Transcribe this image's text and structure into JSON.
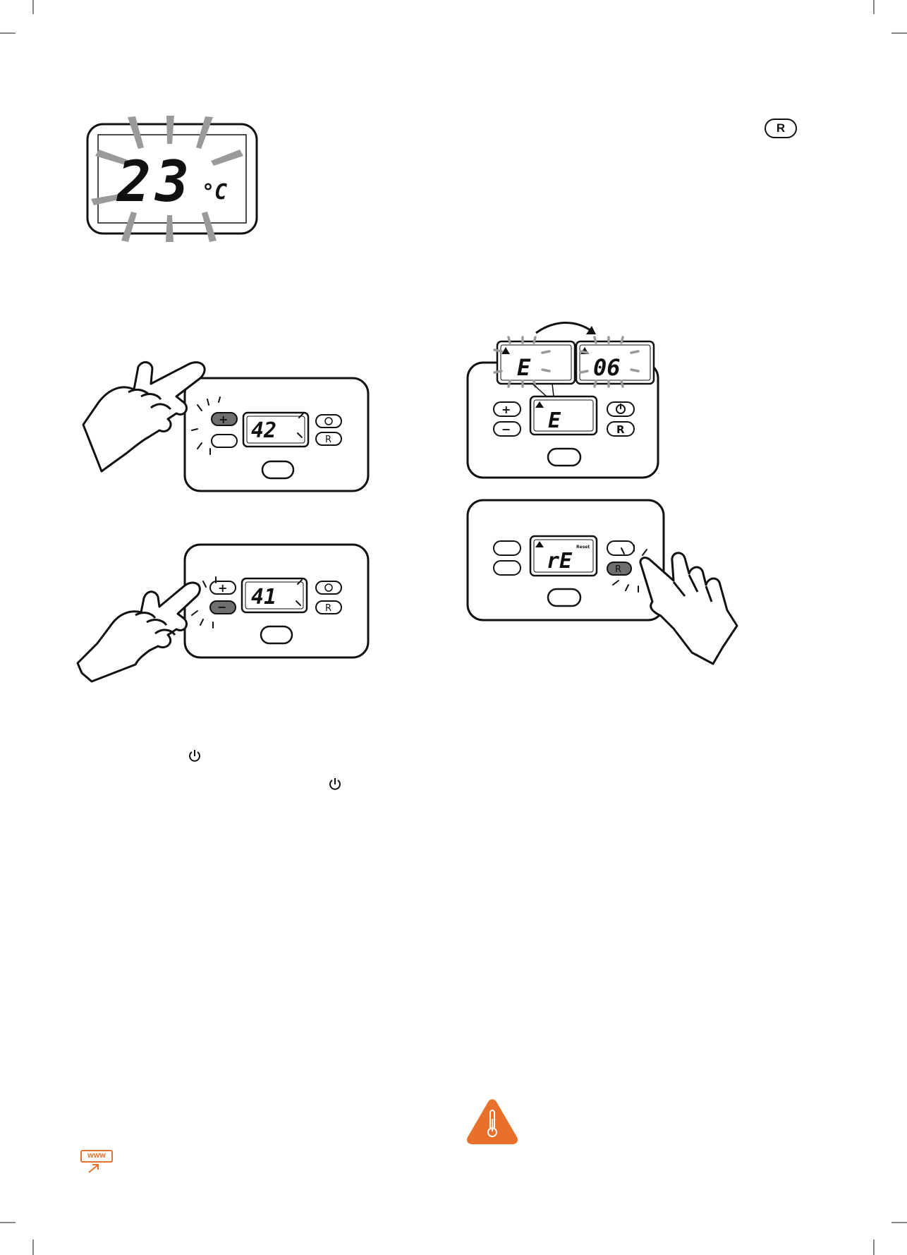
{
  "display_main": {
    "temperature": "23",
    "unit": "°C"
  },
  "panel_plus": {
    "display_value": "42"
  },
  "panel_minus": {
    "display_value": "41"
  },
  "error_panel": {
    "code_letter": "E",
    "code_number": "06",
    "main_display": "E"
  },
  "reset_panel": {
    "display": "rE",
    "small_label": "Reset"
  },
  "buttons": {
    "plus": "+",
    "minus": "−",
    "reset": "R"
  },
  "reset_icon_label": "R",
  "icons": {
    "power": "power-icon",
    "warning": "warning-triangle-icon",
    "thermometer": "thermometer-warning-icon",
    "web": "www-link-icon"
  },
  "web_label": "www",
  "colors": {
    "accent_orange": "#e8702a",
    "ray_gray": "#9a9a9a",
    "button_dark": "#6f6f6f"
  }
}
